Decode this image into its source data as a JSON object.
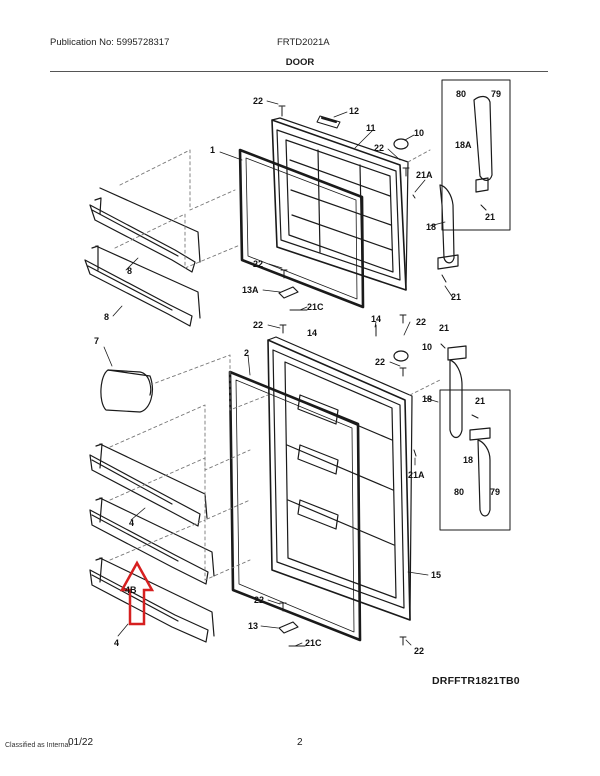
{
  "header": {
    "publication": "Publication No: 5995728317",
    "model": "FRTD2021A"
  },
  "section_title": "DOOR",
  "diagram_code": "DRFFTR1821TB0",
  "footer": {
    "date": "01/22",
    "classification": "Classified as Internal",
    "page": "2"
  },
  "callouts": {
    "c1": "1",
    "c2": "2",
    "c4a": "4",
    "c4b": "4",
    "c4B": "4B",
    "c7": "7",
    "c8a": "8",
    "c8b": "8",
    "c10a": "10",
    "c10b": "10",
    "c11": "11",
    "c12": "12",
    "c13": "13",
    "c13A": "13A",
    "c14a": "14",
    "c14b": "14",
    "c15": "15",
    "c18a": "18",
    "c18b": "18",
    "c18c": "18",
    "c18A": "18A",
    "c21a": "21",
    "c21b": "21",
    "c21c": "21",
    "c21d": "21",
    "c21Aa": "21A",
    "c21Ab": "21A",
    "c21Ca": "21C",
    "c21Cb": "21C",
    "c22a": "22",
    "c22b": "22",
    "c22c": "22",
    "c22d": "22",
    "c22e": "22",
    "c22f": "22",
    "c22g": "22",
    "c22h": "22",
    "c79a": "79",
    "c79b": "79",
    "c80a": "80",
    "c80b": "80"
  },
  "colors": {
    "line": "#1a1a1a",
    "dash": "#777777",
    "highlight_arrow": "#d62020"
  }
}
